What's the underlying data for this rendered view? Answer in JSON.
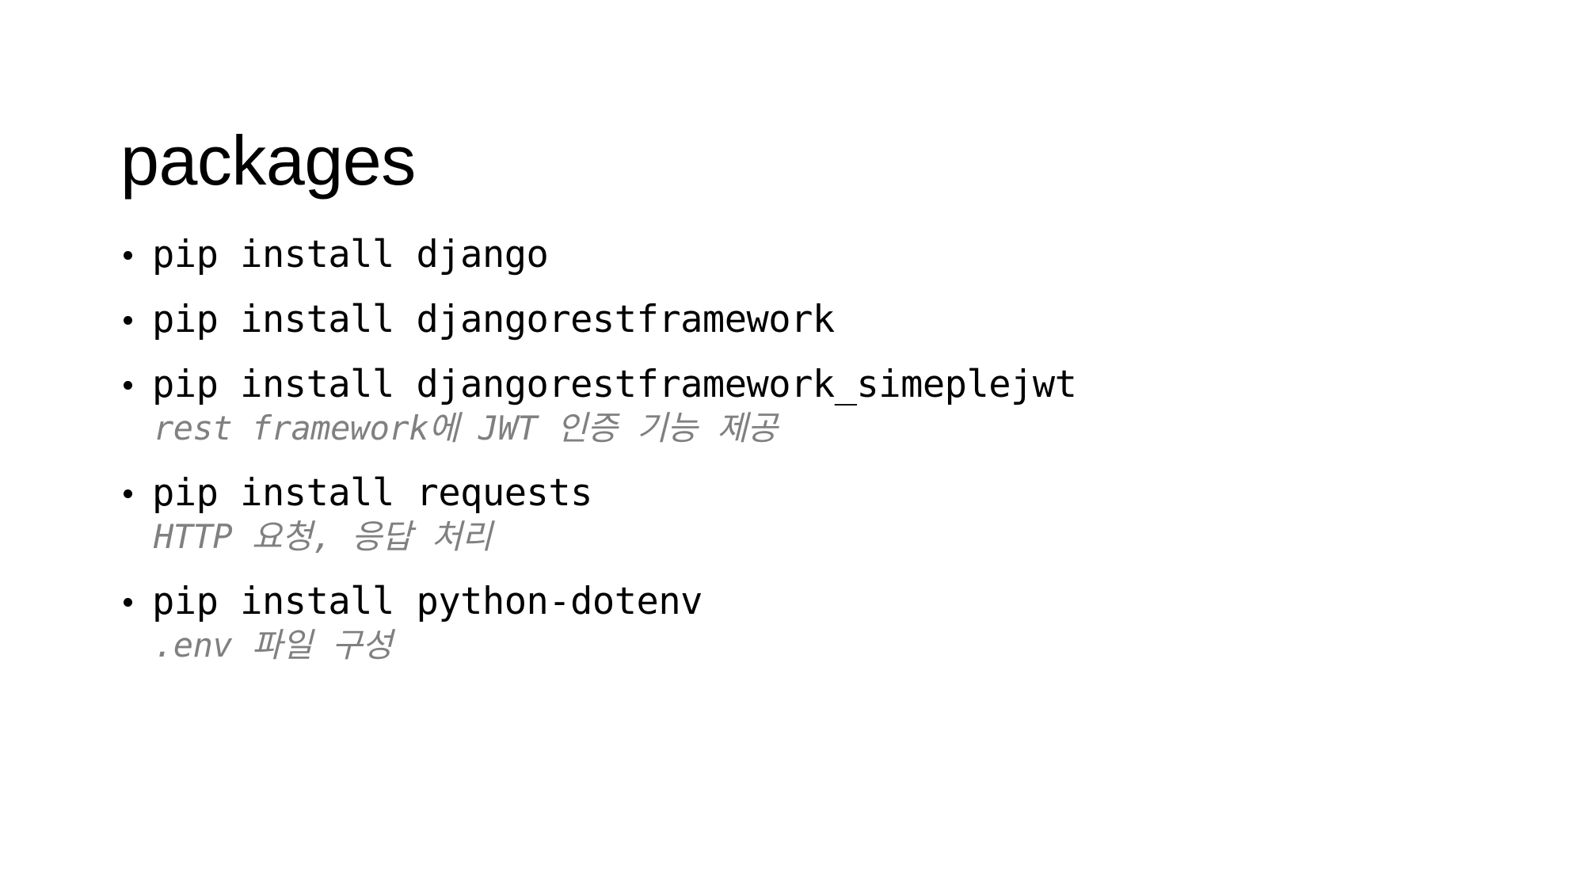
{
  "slide": {
    "title": "packages",
    "background_color": "#ffffff",
    "text_color": "#000000",
    "note_color": "#808080",
    "bullet_marker": "bullet-dot"
  },
  "items": [
    {
      "command": "pip install django",
      "note": null
    },
    {
      "command": "pip install djangorestframework",
      "note": null
    },
    {
      "command": "pip install djangorestframework_simeplejwt",
      "note": "rest framework에 JWT 인증 기능 제공"
    },
    {
      "command": "pip install requests",
      "note": "HTTP 요청, 응답 처리"
    },
    {
      "command": "pip install python-dotenv",
      "note": ".env 파일 구성"
    }
  ]
}
